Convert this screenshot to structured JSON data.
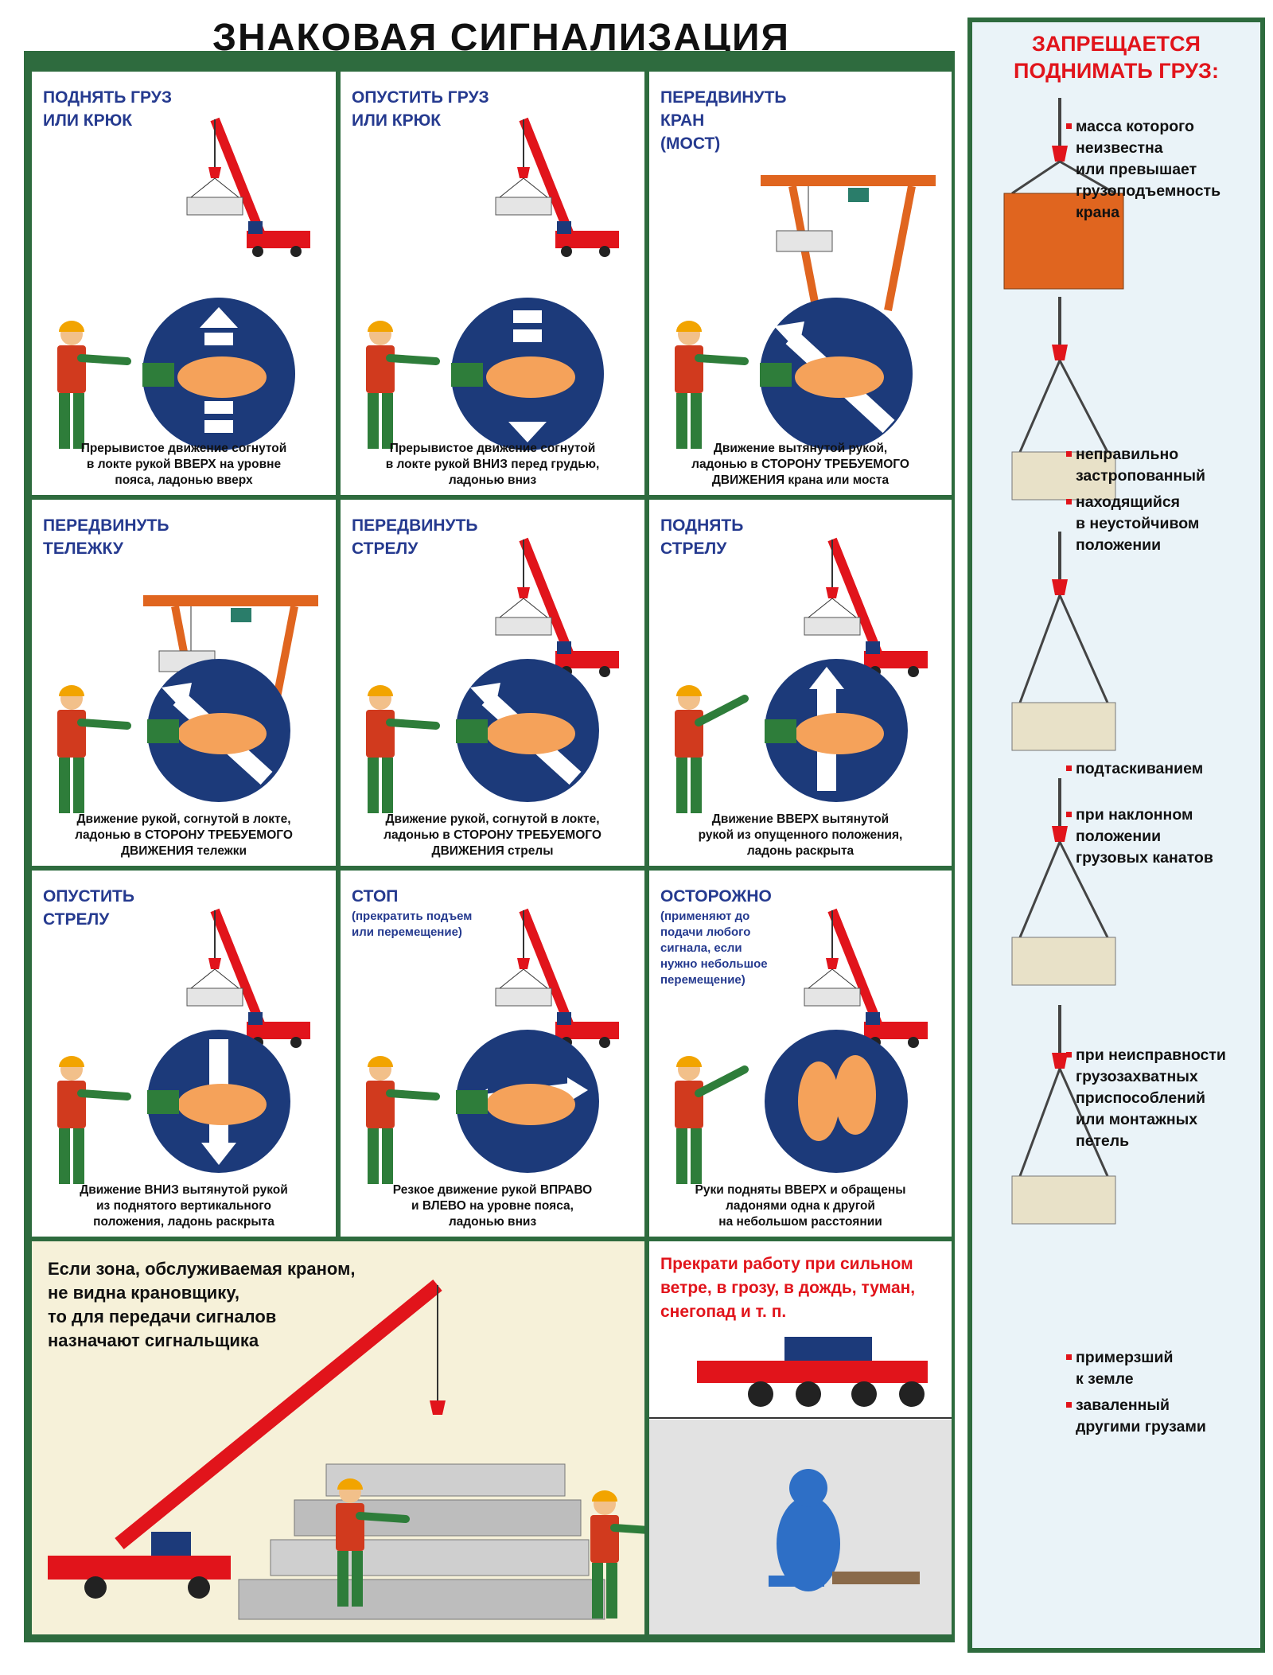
{
  "title": "ЗНАКОВАЯ СИГНАЛИЗАЦИЯ",
  "colors": {
    "frame": "#2e6b3e",
    "signal_disc": "#1c3a7a",
    "crane_red": "#e1141b",
    "hand": "#f5a25a",
    "text_blue": "#253a8f",
    "warning_red": "#e1141b"
  },
  "panels": [
    {
      "title": "ПОДНЯТЬ ГРУЗ\nИЛИ КРЮК",
      "subtitle": "",
      "caption": "Прерывистое движение согнутой\nв локте рукой ВВЕРХ на уровне\nпояса, ладонью вверх",
      "icon": "hand-arrow-up-dashed-icon",
      "scene": "mobile-crane"
    },
    {
      "title": "ОПУСТИТЬ ГРУЗ\nИЛИ КРЮК",
      "subtitle": "",
      "caption": "Прерывистое движение согнутой\nв локте рукой ВНИЗ перед грудью,\nладонью вниз",
      "icon": "hand-arrow-down-dashed-icon",
      "scene": "mobile-crane"
    },
    {
      "title": "ПЕРЕДВИНУТЬ\nКРАН\n(МОСТ)",
      "subtitle": "",
      "caption": "Движение вытянутой рукой,\nладонью в СТОРОНУ ТРЕБУЕМОГО\nДВИЖЕНИЯ крана или моста",
      "icon": "hand-arrow-diagonal-icon",
      "scene": "gantry-crane"
    },
    {
      "title": "ПЕРЕДВИНУТЬ\nТЕЛЕЖКУ",
      "subtitle": "",
      "caption": "Движение рукой, согнутой в локте,\nладонью в СТОРОНУ ТРЕБУЕМОГО\nДВИЖЕНИЯ тележки",
      "icon": "hand-arrow-diagonal-icon",
      "scene": "gantry-crane"
    },
    {
      "title": "ПЕРЕДВИНУТЬ\nСТРЕЛУ",
      "subtitle": "",
      "caption": "Движение рукой, согнутой в локте,\nладонью в СТОРОНУ ТРЕБУЕМОГО\nДВИЖЕНИЯ стрелы",
      "icon": "hand-arrow-diagonal-icon",
      "scene": "mobile-crane"
    },
    {
      "title": "ПОДНЯТЬ\nСТРЕЛУ",
      "subtitle": "",
      "caption": "Движение ВВЕРХ вытянутой\nрукой из опущенного положения,\nладонь раскрыта",
      "icon": "hand-arrow-up-icon",
      "scene": "mobile-crane"
    },
    {
      "title": "ОПУСТИТЬ\nСТРЕЛУ",
      "subtitle": "",
      "caption": "Движение ВНИЗ вытянутой рукой\nиз поднятого вертикального\nположения, ладонь раскрыта",
      "icon": "hand-arrow-down-icon",
      "scene": "mobile-crane"
    },
    {
      "title": "СТОП",
      "subtitle": "(прекратить подъем\nили перемещение)",
      "caption": "Резкое движение рукой ВПРАВО\nи ВЛЕВО на уровне пояса,\nладонью вниз",
      "icon": "hand-arrow-double-icon",
      "scene": "mobile-crane"
    },
    {
      "title": "ОСТОРОЖНО",
      "subtitle": "(применяют до\nподачи любого\nсигнала, если\nнужно небольшое\nперемещение)",
      "caption": "Руки подняты ВВЕРХ и обращены\nладонями одна к другой\nна небольшом расстоянии",
      "icon": "two-hands-icon",
      "scene": "mobile-crane"
    }
  ],
  "signaller_note": "Если зона, обслуживаемая краном,\nне видна крановщику,\nто для передачи сигналов\nназначают сигнальщика",
  "weather_warning": "Прекрати работу при сильном\nветре, в грозу, в дождь, туман,\nснегопад и т. п.",
  "sidebar": {
    "title": "ЗАПРЕЩАЕТСЯ\nПОДНИМАТЬ ГРУЗ:",
    "items": [
      "масса которого\nнеизвестна\nили превышает\nгрузоподъемность\nкрана",
      "неправильно\nзастропованный",
      "находящийся\nв неустойчивом\nположении",
      "подтаскиванием",
      "при наклонном\nположении\nгрузовых канатов",
      "при неисправности\nгрузозахватных\nприспособлений\nили монтажных\nпетель",
      "примерзший\nк земле",
      "заваленный\nдругими грузами"
    ]
  }
}
